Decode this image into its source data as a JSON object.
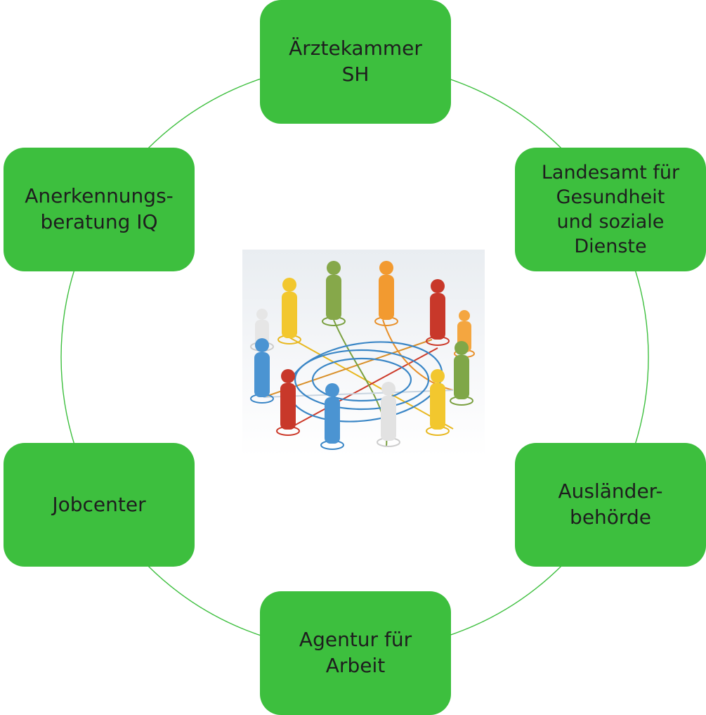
{
  "nodes": [
    {
      "id": "aerztekammer",
      "label": "Ärztekammer\nSH"
    },
    {
      "id": "landesamt",
      "label": "Landesamt für\nGesundheit\nund soziale\nDienste"
    },
    {
      "id": "auslaender",
      "label": "Ausländer-\nbehörde"
    },
    {
      "id": "agentur",
      "label": "Agentur für\nArbeit"
    },
    {
      "id": "jobcenter",
      "label": "Jobcenter"
    },
    {
      "id": "anerkennung",
      "label": "Anerkennungs-\nberatung IQ"
    }
  ],
  "colors": {
    "node_fill": "#3dbf3e",
    "ring": "#3dbf3e",
    "text": "#1e1e1e"
  },
  "center_image": "people-network-illustration"
}
